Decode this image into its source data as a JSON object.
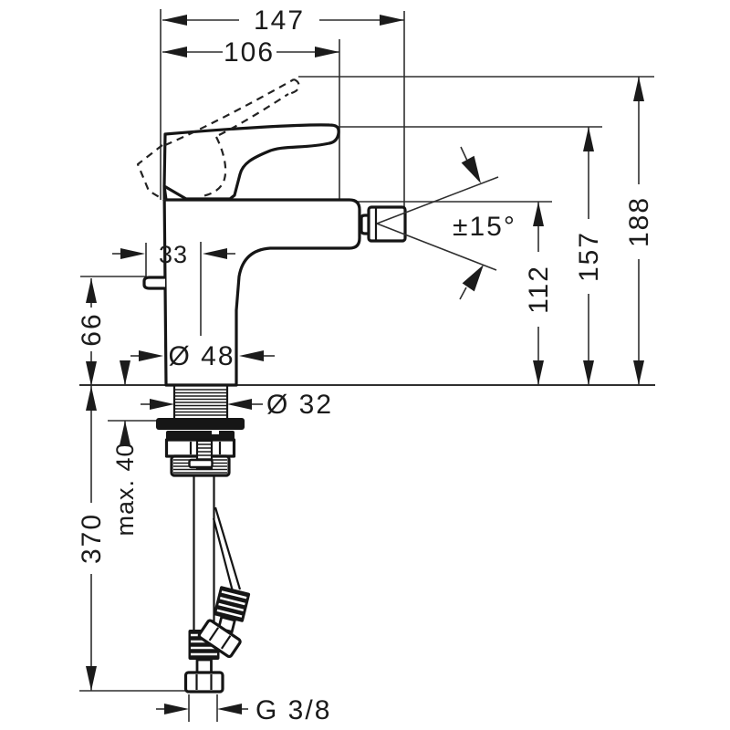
{
  "drawing": {
    "kind": "faucet-dimension-drawing",
    "colors": {
      "line": "#1b1b1b",
      "background": "#ffffff"
    }
  },
  "labels": {
    "total_width": "147",
    "spout_reach": "106",
    "total_height": "188",
    "handle_height": "157",
    "outlet_height": "112",
    "swivel_angle": "±15°",
    "front_offset": "33",
    "clip_height": "66",
    "base_diameter": "Ø 48",
    "shank_diameter": "Ø 32",
    "max_deck_thickness": "max. 40",
    "hose_length": "370",
    "connection_thread": "G 3/8"
  }
}
